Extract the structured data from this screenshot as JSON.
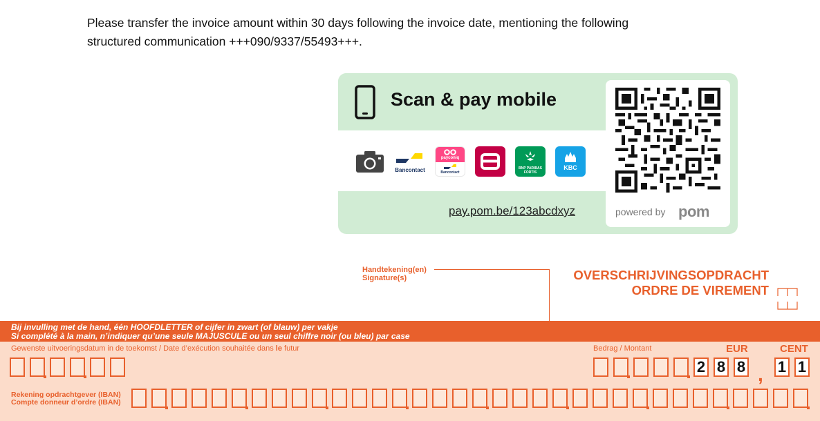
{
  "intro": {
    "line1": "Please transfer the invoice amount within 30 days following the invoice date, mentioning the following",
    "line2": "structured communication +++090/9337/55493+++."
  },
  "pay_card": {
    "title": "Scan & pay mobile",
    "apps": [
      {
        "name": "camera-icon",
        "label": ""
      },
      {
        "name": "bancontact-logo",
        "label": "Bancontact"
      },
      {
        "name": "payconiq-logo",
        "label": "payconiq",
        "sub": "Bancontact"
      },
      {
        "name": "belfius-logo",
        "label": ""
      },
      {
        "name": "bnp-paribas-fortis-logo",
        "label": "BNP PARIBAS FORTIS"
      },
      {
        "name": "kbc-logo",
        "label": "KBC"
      }
    ],
    "url": "pay.pom.be/123abcdxyz",
    "powered_by": "powered by",
    "pom": "pom",
    "colors": {
      "card": "#d1ecd4",
      "belfius": "#c30045",
      "bnp": "#009a57",
      "kbc": "#16a3e6"
    }
  },
  "form": {
    "signature_label_1": "Handtekening(en)",
    "signature_label_2": "Signature(s)",
    "title_nl": "OVERSCHRIJVINGSOPDRACHT",
    "title_fr": "ORDRE DE VIREMENT",
    "band_nl": "Bij invulling met de hand, één HOOFDLETTER of cijfer in zwart (of blauw) per vakje",
    "band_fr": "Si complété à la main, n’indiquer qu’une seule MAJUSCULE ou un seul chiffre noir (ou bleu) par case",
    "date_label_pre": "Gewenste uitvoeringsdatum in de toekomst / Date d’exécution souhaitée dans ",
    "date_label_bold": "le",
    "date_label_post": " futur",
    "amount_label": "Bedrag / Montant",
    "eur_label": "EUR",
    "cent_label": "CENT",
    "amount_digits": [
      "",
      "",
      "",
      "",
      "",
      "2",
      "8",
      "8"
    ],
    "cent_digits": [
      "1",
      "1"
    ],
    "comma": ",",
    "iban_label_1": "Rekening opdrachtgever (IBAN)",
    "iban_label_2": "Compte donneur d’ordre (IBAN)",
    "accent_color": "#e8602c"
  }
}
